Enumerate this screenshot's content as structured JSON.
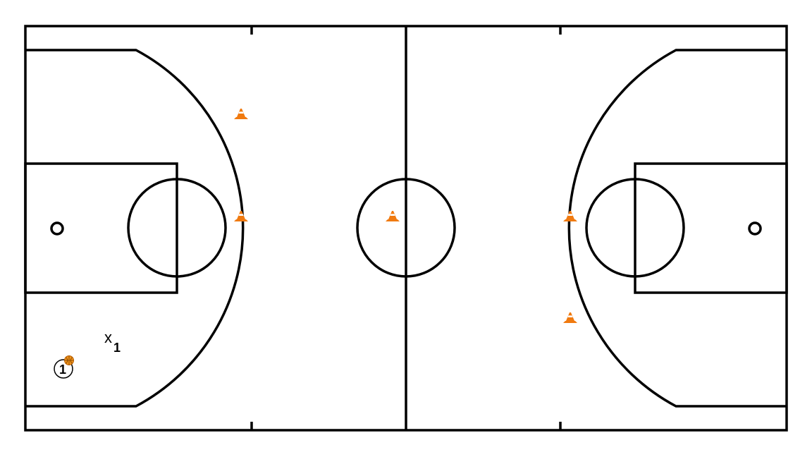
{
  "colors": {
    "court_background": "#ffffff",
    "court_lines": "#000000",
    "cone_orange": "#f07a10",
    "ball_orange": "#f0941a"
  },
  "players": [
    {
      "number": "1",
      "has_ball": true,
      "kind": "offense"
    }
  ],
  "defenders": [
    {
      "mark": "x",
      "number": "1"
    }
  ],
  "cones": {
    "icon": "cone-icon",
    "count": 5
  }
}
